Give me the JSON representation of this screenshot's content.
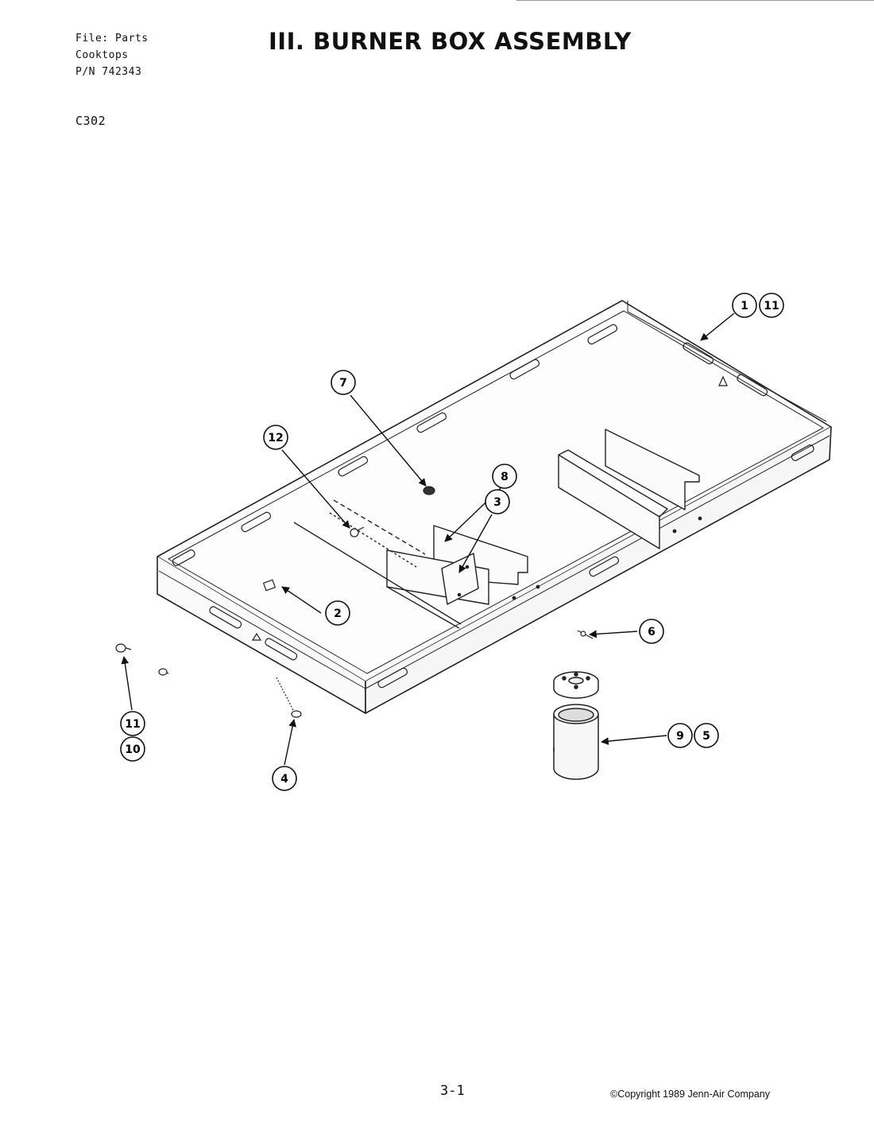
{
  "header": {
    "file_line": "File: Parts",
    "category_line": "Cooktops",
    "part_number_line": "P/N 742343",
    "model_code": "C302",
    "title": "III. BURNER BOX ASSEMBLY"
  },
  "callouts": {
    "c1": "1",
    "c11_top": "11",
    "c7": "7",
    "c12": "12",
    "c8": "8",
    "c3": "3",
    "c2": "2",
    "c6": "6",
    "c11_left": "11",
    "c10": "10",
    "c4": "4",
    "c9": "9",
    "c5": "5"
  },
  "footer": {
    "page_number": "3-1",
    "copyright": "©Copyright 1989 Jenn-Air Company"
  }
}
